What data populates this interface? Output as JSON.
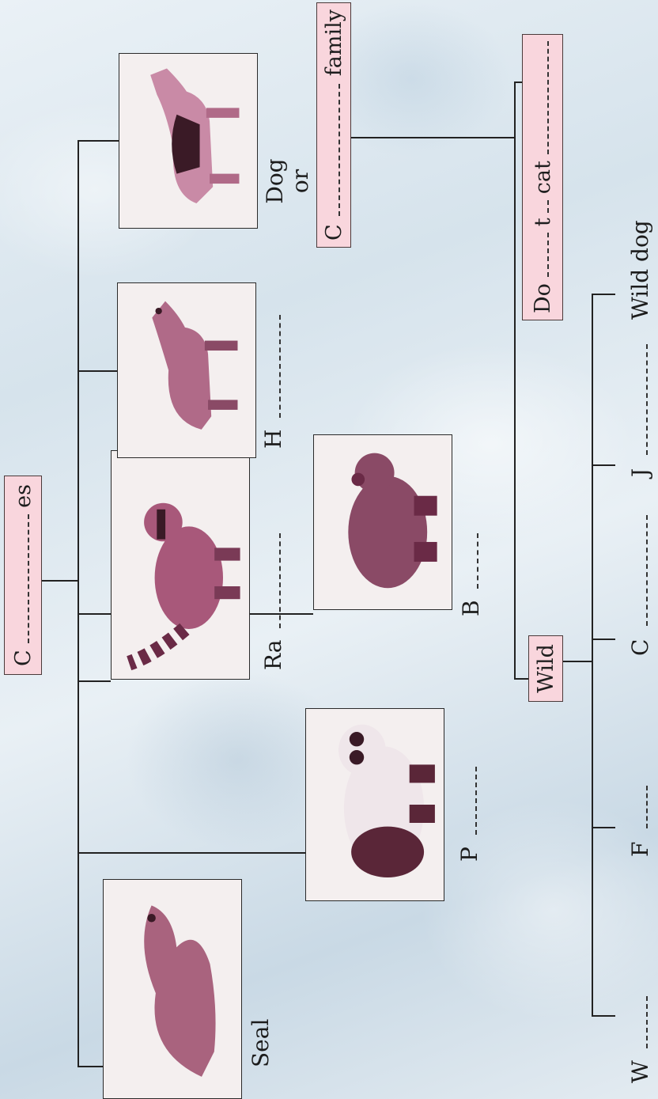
{
  "root_box": {
    "lead": "C",
    "tail": "es"
  },
  "animals": {
    "seal": {
      "label": "Seal"
    },
    "panda": {
      "label": "P"
    },
    "raccoon": {
      "label": "Ra"
    },
    "bear": {
      "label": "B"
    },
    "hyena": {
      "label": "H"
    },
    "dog": {
      "label_line1": "Dog",
      "label_line2": "or"
    }
  },
  "family_box": {
    "lead": "C",
    "tail": "family"
  },
  "domestic_box": {
    "part1": "Do",
    "part2": "t",
    "part3": "cat"
  },
  "wild_box": {
    "label": "Wild"
  },
  "wild_leaves": [
    "W",
    "F",
    "C",
    "J",
    "Wild dog"
  ],
  "colors": {
    "box_fill": "#f9d6dd",
    "line": "#222222",
    "photo_tint": "#9b4a6a"
  },
  "icons": [
    "seal-icon",
    "panda-icon",
    "raccoon-icon",
    "bear-icon",
    "hyena-icon",
    "dog-icon"
  ]
}
